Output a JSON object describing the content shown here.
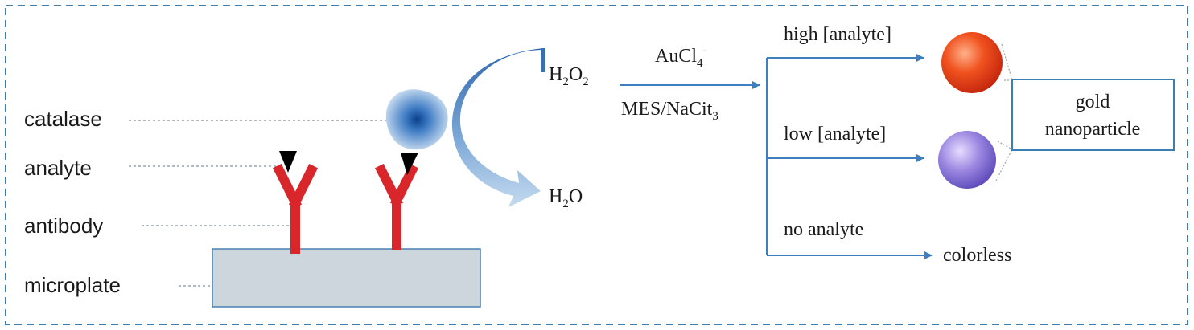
{
  "diagram": {
    "colors": {
      "frame": "#3a7fb4",
      "arrow": "#3d7fc1",
      "antibody": "#d9262b",
      "analyte": "#000000",
      "microplate_fill": "#ccd6dc",
      "microplate_border": "#4a80b0",
      "leader": "#9aa4aa",
      "text": "#1a1a1a",
      "particle_high": "#e84a1e",
      "particle_low": "#8a76d6",
      "catalase": "#2f6fb5"
    },
    "left_labels": {
      "catalase": "catalase",
      "analyte": "analyte",
      "antibody": "antibody",
      "microplate": "microplate"
    },
    "reaction": {
      "h2o2": {
        "main": "H",
        "sub1": "2",
        "mid": "O",
        "sub2": "2"
      },
      "h2o": {
        "main": "H",
        "sub": "2",
        "end": "O"
      },
      "reagent_top": {
        "main": "AuCl",
        "sub": "4",
        "sup": "-"
      },
      "reagent_bottom": {
        "main": "MES/NaCit",
        "sub": "3"
      }
    },
    "branches": {
      "high": "high [analyte]",
      "low": "low [analyte]",
      "none": "no analyte",
      "colorless": "colorless"
    },
    "callout": {
      "line1": "gold",
      "line2": "nanoparticle"
    },
    "icons": {
      "catalase": "catalase-blob-icon",
      "antibody": "antibody-y-icon",
      "analyte": "analyte-triangle-icon",
      "particle": "gold-nanoparticle-icon"
    }
  }
}
